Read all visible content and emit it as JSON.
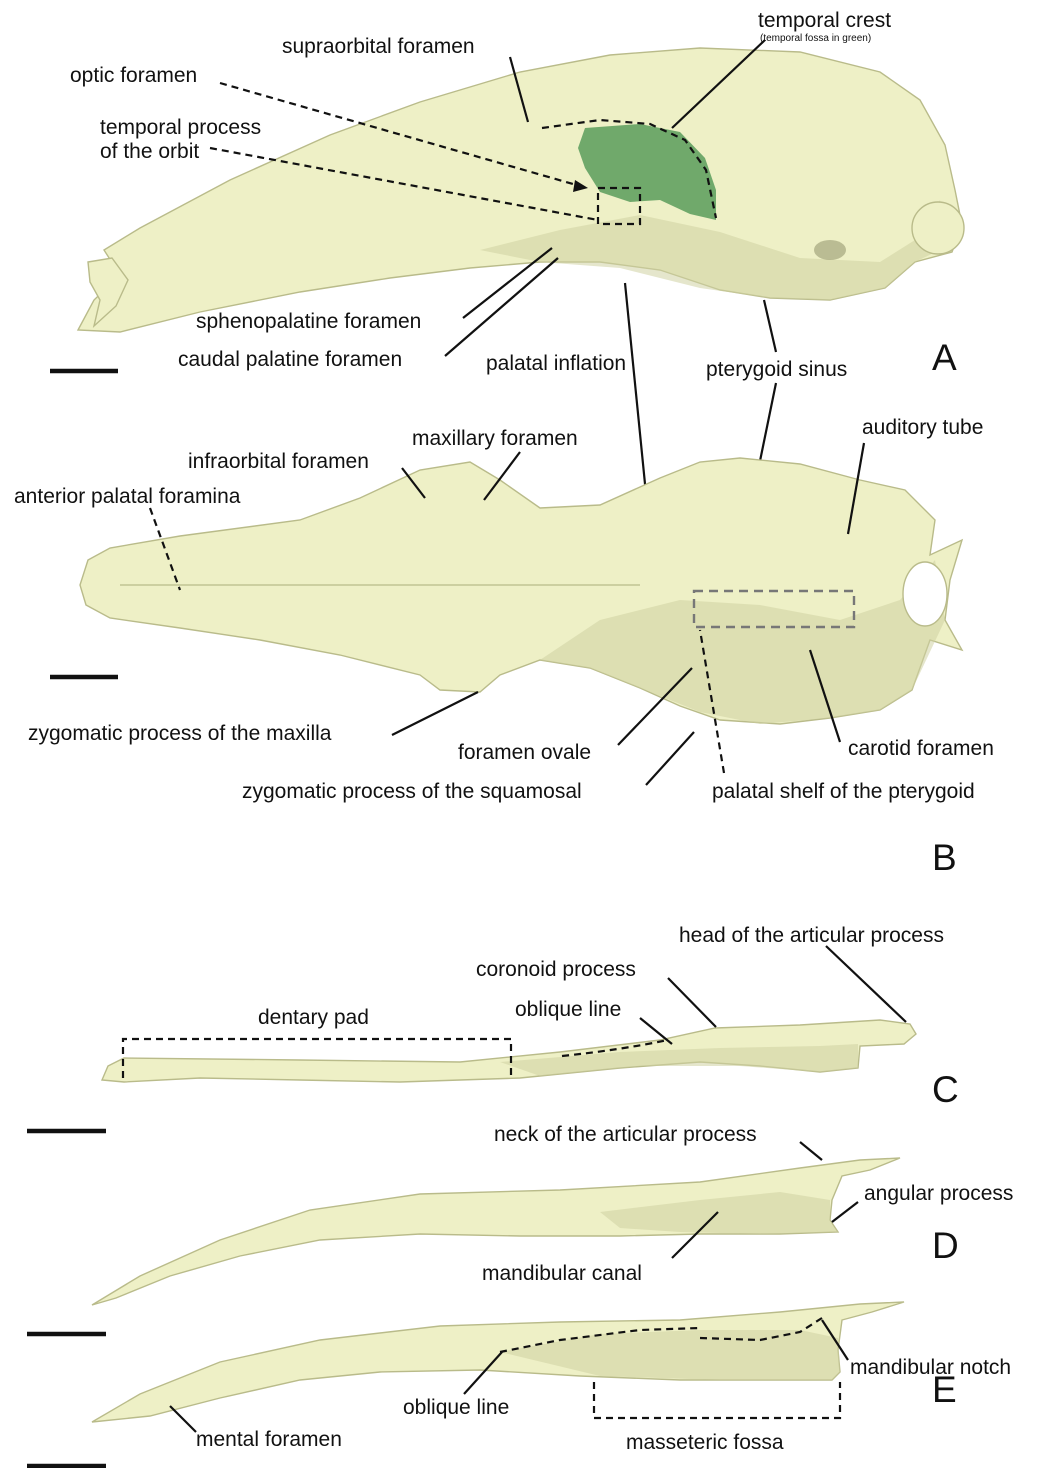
{
  "colors": {
    "bone": "#eef0c6",
    "bone_shade": "#cfd1a2",
    "bone_edge": "#b9bb8a",
    "temporal_fossa": "#5f9e5f",
    "leader_line": "#111111",
    "grey_box": "#777777",
    "background": "#ffffff"
  },
  "panels": [
    {
      "letter": "A",
      "view": "skull lateral"
    },
    {
      "letter": "B",
      "view": "skull ventral"
    },
    {
      "letter": "C",
      "view": "mandible dorsal"
    },
    {
      "letter": "D",
      "view": "mandible medial"
    },
    {
      "letter": "E",
      "view": "mandible lateral"
    }
  ],
  "labels": {
    "a": {
      "temporal_crest": "temporal crest",
      "temporal_crest_note": "(temporal fossa in green)",
      "supraorbital_foramen": "supraorbital foramen",
      "optic_foramen": "optic foramen",
      "temporal_process_l1": "temporal process",
      "temporal_process_l2": "of the orbit",
      "sphenopalatine_foramen": "sphenopalatine foramen",
      "caudal_palatine_foramen": "caudal palatine foramen",
      "palatal_inflation": "palatal inflation",
      "pterygoid_sinus": "pterygoid sinus"
    },
    "b": {
      "auditory_tube": "auditory tube",
      "maxillary_foramen": "maxillary foramen",
      "infraorbital_foramen": "infraorbital foramen",
      "anterior_palatal_foramina": "anterior palatal foramina",
      "zygomatic_process_maxilla": "zygomatic process of the maxilla",
      "foramen_ovale": "foramen ovale",
      "carotid_foramen": "carotid foramen",
      "zygomatic_process_squamosal": "zygomatic process of the squamosal",
      "palatal_shelf_pterygoid": "palatal shelf of the pterygoid"
    },
    "c": {
      "head_articular": "head of the articular process",
      "coronoid_process": "coronoid process",
      "dentary_pad": "dentary pad",
      "oblique_line": "oblique line"
    },
    "d": {
      "neck_articular": "neck of the articular process",
      "angular_process": "angular process",
      "mandibular_canal": "mandibular canal"
    },
    "e": {
      "mandibular_notch": "mandibular notch",
      "oblique_line": "oblique line",
      "mental_foramen": "mental foramen",
      "masseteric_fossa": "masseteric fossa"
    }
  }
}
